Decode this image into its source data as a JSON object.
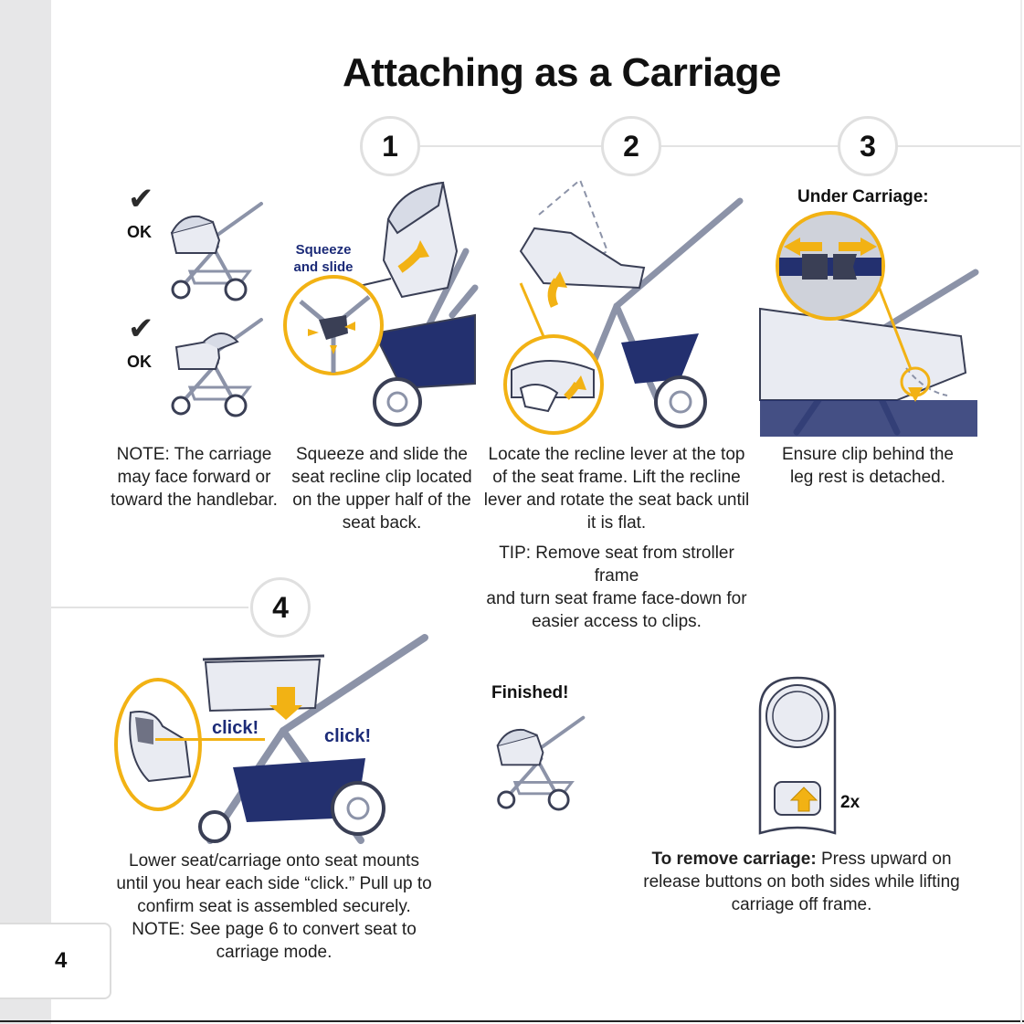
{
  "page": {
    "title": "Attaching as a Carriage",
    "page_number": "4"
  },
  "steps": {
    "s1": "1",
    "s2": "2",
    "s3": "3",
    "s4": "4"
  },
  "labels": {
    "ok_top": "OK",
    "ok_bottom": "OK",
    "squeeze_line1": "Squeeze",
    "squeeze_line2": "and slide",
    "under_carriage": "Under Carriage:",
    "click_left": "click!",
    "click_right": "click!",
    "finished": "Finished!",
    "two_x": "2x"
  },
  "captions": {
    "note_forward": [
      "NOTE: The carriage",
      "may face forward or",
      "toward the handlebar."
    ],
    "step1": [
      "Squeeze and slide the",
      "seat recline clip located",
      "on the upper half of the",
      "seat back."
    ],
    "step2": [
      "Locate the recline lever at the top",
      "of the seat frame. Lift the recline",
      "lever and rotate the seat back until",
      "it is flat."
    ],
    "tip": [
      "TIP: Remove seat from stroller frame",
      "and turn seat frame face-down for",
      "easier access to clips."
    ],
    "step3": [
      "Ensure clip behind the",
      "leg rest is detached."
    ],
    "step4": [
      "Lower seat/carriage onto seat mounts",
      "until you hear each side “click.” Pull up to",
      "confirm seat is assembled securely.",
      "NOTE: See page 6 to convert seat to",
      "carriage mode."
    ],
    "remove_bold": "To remove carriage:",
    "remove_rest1": " Press upward on",
    "remove_line2": "release buttons on both sides while lifting",
    "remove_line3": "carriage off frame."
  },
  "colors": {
    "accent_yellow": "#f2b214",
    "navy": "#1c2b78",
    "frame_gray": "#8c93a8",
    "circle_border": "#e0e0e0"
  }
}
